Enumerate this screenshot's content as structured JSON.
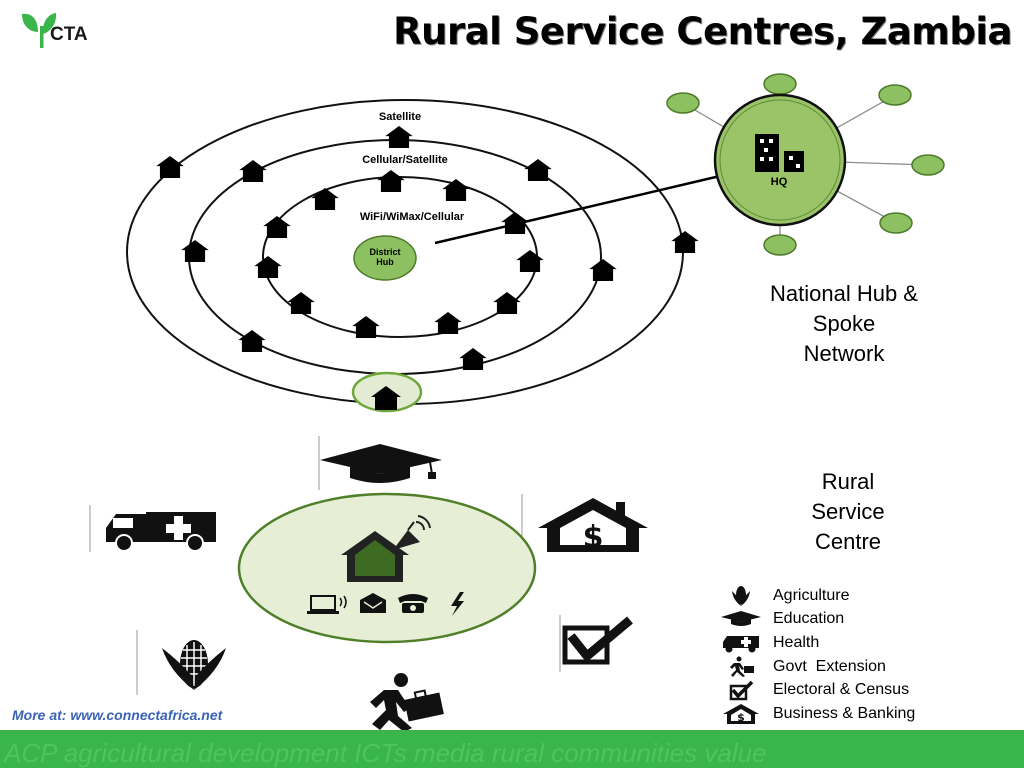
{
  "header": {
    "logo_text": "CTA",
    "title": "Rural Service Centres, Zambia"
  },
  "network": {
    "rings": [
      "Satellite",
      "Cellular/Satellite",
      "WiFi/WiMax/Cellular"
    ],
    "district_hub": [
      "District",
      "Hub"
    ],
    "hq_label": "HQ",
    "caption": [
      "National Hub &",
      "Spoke",
      "Network"
    ],
    "colors": {
      "node_fill": "#8dc060",
      "node_stroke": "#4d7a2a",
      "hq_fill": "#9bc468"
    }
  },
  "service_centre": {
    "caption": [
      "Rural",
      "Service",
      "Centre"
    ],
    "circle_fill": "#e6efd6",
    "icons": [
      "graduation-cap-icon",
      "ambulance-icon",
      "house-dollar-icon",
      "checkbox-icon",
      "corn-icon",
      "walking-man-briefcase-icon"
    ],
    "hub_icons": [
      "house-satellite-icon",
      "computer-icon",
      "mail-icon",
      "telephone-icon",
      "lightning-icon"
    ]
  },
  "legend": {
    "items": [
      {
        "label": "Agriculture",
        "icon": "corn-icon"
      },
      {
        "label": "Education",
        "icon": "graduation-cap-icon"
      },
      {
        "label": "Health",
        "icon": "ambulance-icon"
      },
      {
        "label": "Govt  Extension",
        "icon": "walking-man-icon"
      },
      {
        "label": "Electoral & Census",
        "icon": "checkbox-icon"
      },
      {
        "label": "Business & Banking",
        "icon": "house-dollar-icon"
      }
    ]
  },
  "footer": {
    "more_link": "More at: www.connectafrica.net",
    "tagline": "ACP agricultural development ICTs media rural communities value",
    "color": "#39b54a"
  }
}
